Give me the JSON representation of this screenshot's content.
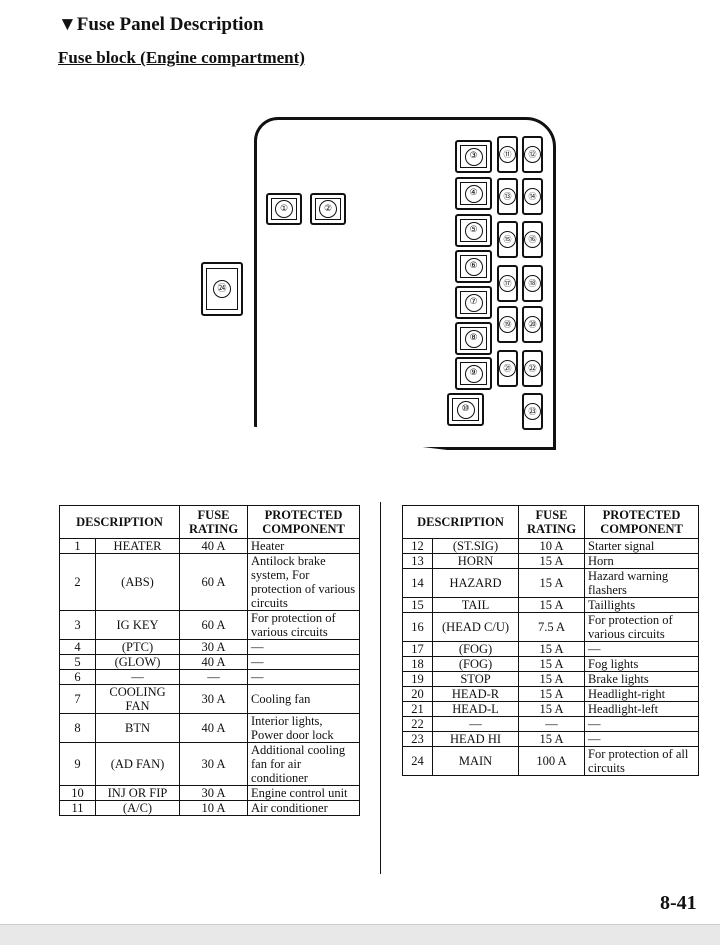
{
  "header": {
    "title": "▼Fuse Panel Description",
    "subtitle": "Fuse block (Engine compartment)"
  },
  "diagram": {
    "fuses": [
      "①",
      "②",
      "③",
      "④",
      "⑤",
      "⑥",
      "⑦",
      "⑧",
      "⑨",
      "⑩",
      "⑪",
      "⑫",
      "⑬",
      "⑭",
      "⑮",
      "⑯",
      "⑰",
      "⑱",
      "⑲",
      "⑳",
      "㉑",
      "㉒",
      "㉓",
      "㉔"
    ]
  },
  "table_headers": {
    "description": "DESCRIPTION",
    "fuse_rating_1": "FUSE",
    "fuse_rating_2": "RATING",
    "protected_1": "PROTECTED",
    "protected_2": "COMPONENT"
  },
  "left_table": [
    {
      "no": "1",
      "desc": "HEATER",
      "rating": "40 A",
      "component": "Heater"
    },
    {
      "no": "2",
      "desc": "(ABS)",
      "rating": "60 A",
      "component": "Antilock brake system, For protection of various circuits"
    },
    {
      "no": "3",
      "desc": "IG KEY",
      "rating": "60 A",
      "component": "For protection of various circuits"
    },
    {
      "no": "4",
      "desc": "(PTC)",
      "rating": "30 A",
      "component": "—"
    },
    {
      "no": "5",
      "desc": "(GLOW)",
      "rating": "40 A",
      "component": "—"
    },
    {
      "no": "6",
      "desc": "—",
      "rating": "—",
      "component": "—"
    },
    {
      "no": "7",
      "desc": "COOLING FAN",
      "rating": "30 A",
      "component": "Cooling fan"
    },
    {
      "no": "8",
      "desc": "BTN",
      "rating": "40 A",
      "component": "Interior lights, Power door lock"
    },
    {
      "no": "9",
      "desc": "(AD FAN)",
      "rating": "30 A",
      "component": "Additional cooling fan for air conditioner"
    },
    {
      "no": "10",
      "desc": "INJ OR FIP",
      "rating": "30 A",
      "component": "Engine control unit"
    },
    {
      "no": "11",
      "desc": "(A/C)",
      "rating": "10 A",
      "component": "Air conditioner"
    }
  ],
  "right_table": [
    {
      "no": "12",
      "desc": "(ST.SIG)",
      "rating": "10 A",
      "component": "Starter signal"
    },
    {
      "no": "13",
      "desc": "HORN",
      "rating": "15 A",
      "component": "Horn"
    },
    {
      "no": "14",
      "desc": "HAZARD",
      "rating": "15 A",
      "component": "Hazard warning flashers"
    },
    {
      "no": "15",
      "desc": "TAIL",
      "rating": "15 A",
      "component": "Taillights"
    },
    {
      "no": "16",
      "desc": "(HEAD C/U)",
      "rating": "7.5 A",
      "component": "For protection of various circuits"
    },
    {
      "no": "17",
      "desc": "(FOG)",
      "rating": "15 A",
      "component": "—"
    },
    {
      "no": "18",
      "desc": "(FOG)",
      "rating": "15 A",
      "component": "Fog lights"
    },
    {
      "no": "19",
      "desc": "STOP",
      "rating": "15 A",
      "component": "Brake lights"
    },
    {
      "no": "20",
      "desc": "HEAD-R",
      "rating": "15 A",
      "component": "Headlight-right"
    },
    {
      "no": "21",
      "desc": "HEAD-L",
      "rating": "15 A",
      "component": "Headlight-left"
    },
    {
      "no": "22",
      "desc": "—",
      "rating": "—",
      "component": "—"
    },
    {
      "no": "23",
      "desc": "HEAD HI",
      "rating": "15 A",
      "component": "—"
    },
    {
      "no": "24",
      "desc": "MAIN",
      "rating": "100 A",
      "component": "For protection of all circuits"
    }
  ],
  "footer": {
    "page_number": "8-41"
  }
}
